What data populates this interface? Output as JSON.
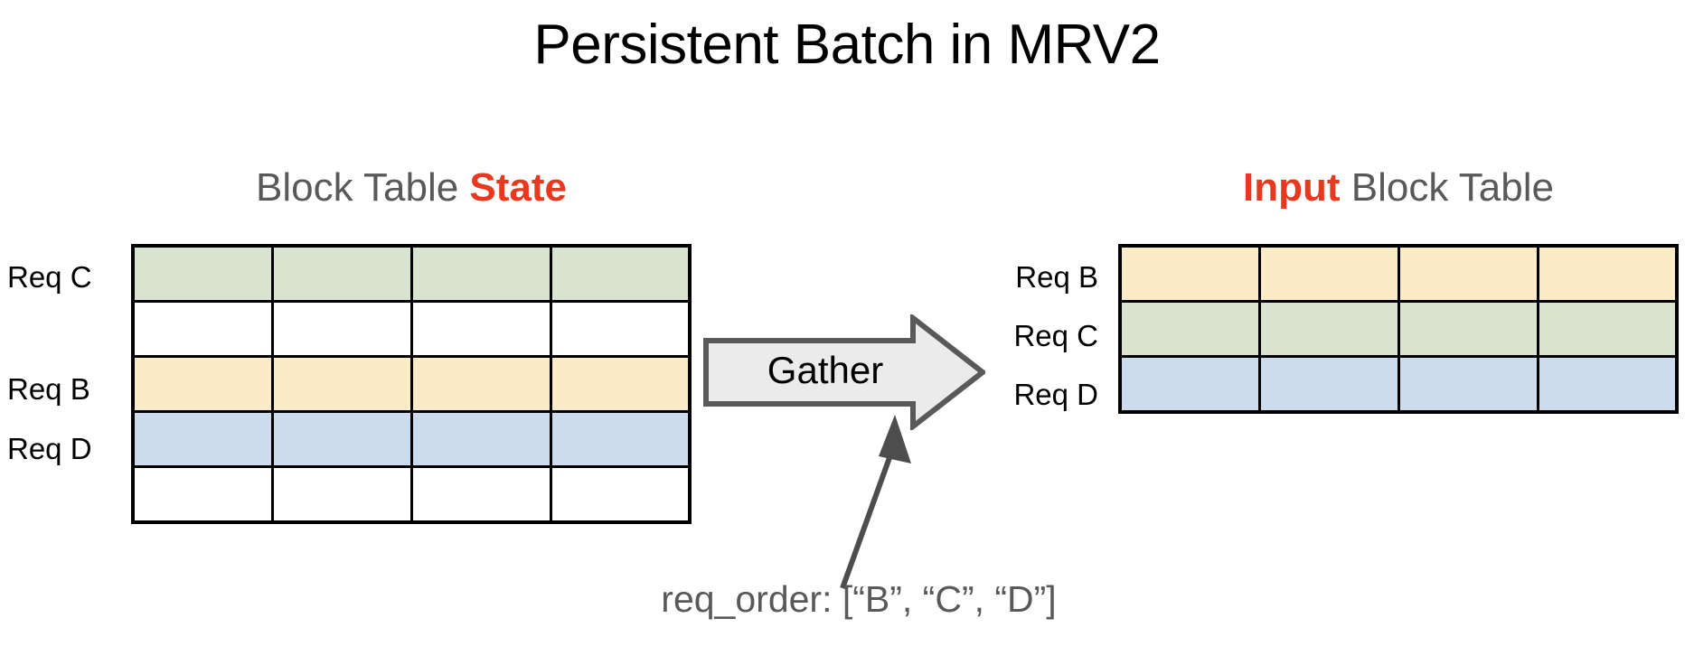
{
  "title": "Persistent Batch in MRV2",
  "colors": {
    "green": "#d8e4d0",
    "yellow": "#fbecc8",
    "blue": "#ccdcec",
    "white": "#ffffff",
    "accent_red": "#e8381f",
    "heading_gray": "#595959",
    "border_black": "#000000",
    "arrow_fill": "#ebebeb",
    "arrow_stroke": "#595959"
  },
  "left_panel": {
    "heading_prefix": "Block Table ",
    "heading_highlight": "State",
    "columns": 4,
    "rows": [
      {
        "label": "Req C",
        "fill": "green",
        "labeled": true
      },
      {
        "label": "",
        "fill": "white",
        "labeled": false
      },
      {
        "label": "Req B",
        "fill": "yellow",
        "labeled": true
      },
      {
        "label": "Req D",
        "fill": "blue",
        "labeled": true
      },
      {
        "label": "",
        "fill": "white",
        "labeled": false
      }
    ]
  },
  "right_panel": {
    "heading_highlight": "Input",
    "heading_suffix": " Block Table",
    "columns": 4,
    "rows": [
      {
        "label": "Req B",
        "fill": "yellow",
        "labeled": true
      },
      {
        "label": "Req C",
        "fill": "green",
        "labeled": true
      },
      {
        "label": "Req D",
        "fill": "blue",
        "labeled": true
      }
    ]
  },
  "operation": {
    "label": "Gather",
    "icon": "right-block-arrow-icon"
  },
  "annotation": {
    "text": "req_order: [“B”, “C”, “D”]",
    "arrow_icon": "callout-arrow-icon"
  }
}
